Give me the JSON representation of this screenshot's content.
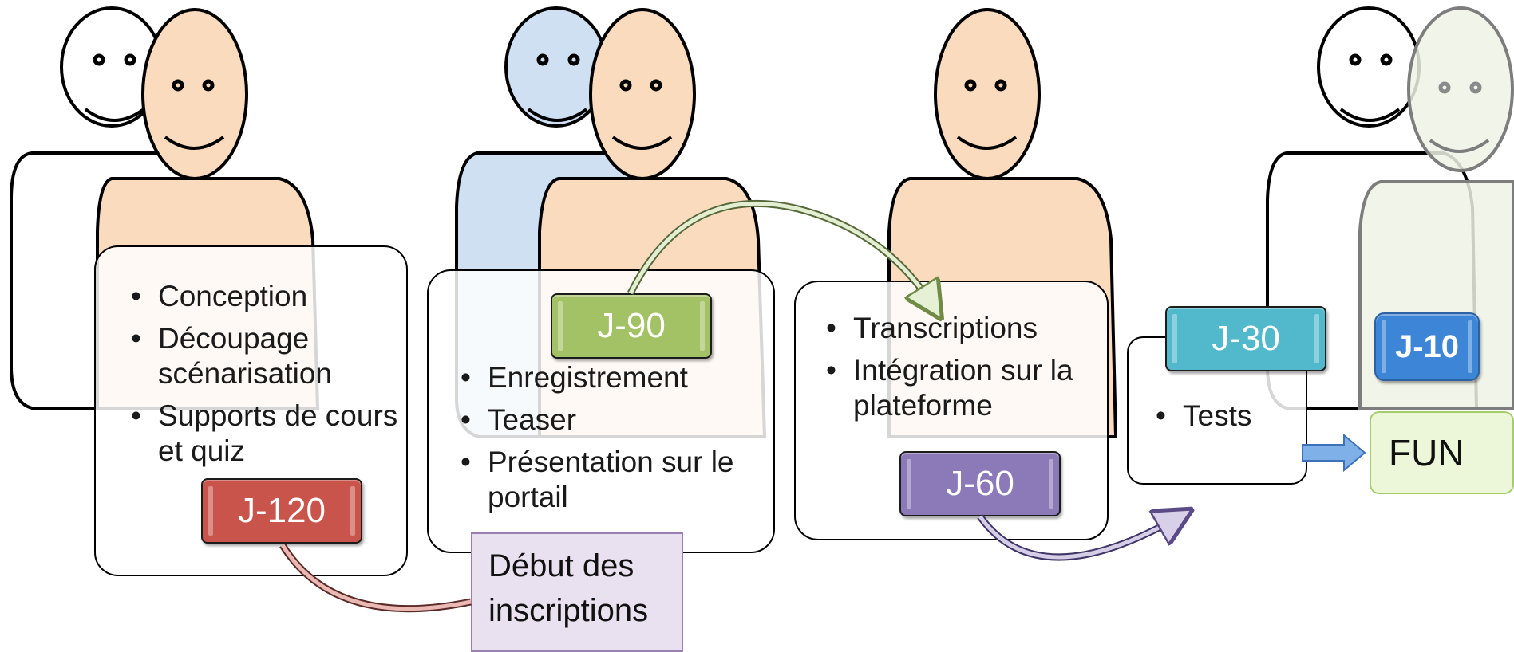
{
  "colors": {
    "skin": "#fbdbbd",
    "blue_person": "#cfe0f3",
    "white_person": "#ffffff",
    "green_person": "#eef2e4",
    "j120": "#c9544b",
    "j90": "#a3c265",
    "j60": "#8c79b8",
    "j30": "#52b8cc",
    "j10": "#3d85d6",
    "debut_bg": "#e9e1ef",
    "fun_bg": "#ecf6d9"
  },
  "stages": [
    {
      "items": [
        "Conception",
        "Découpage scénarisation",
        "Supports de cours et quiz"
      ]
    },
    {
      "items": [
        "Enregistrement",
        "Teaser",
        "Présentation sur le portail"
      ]
    },
    {
      "items": [
        "Transcriptions",
        "Intégration sur la plateforme"
      ]
    },
    {
      "items": [
        "Tests"
      ]
    }
  ],
  "milestones": {
    "j120": "J-120",
    "j90": "J-90",
    "j60": "J-60",
    "j30": "J-30",
    "j10": "J-10"
  },
  "debut": "Début des inscriptions",
  "fun": "FUN",
  "icons": [
    "person-icon",
    "curved-arrow-icon",
    "block-arrow-icon"
  ]
}
